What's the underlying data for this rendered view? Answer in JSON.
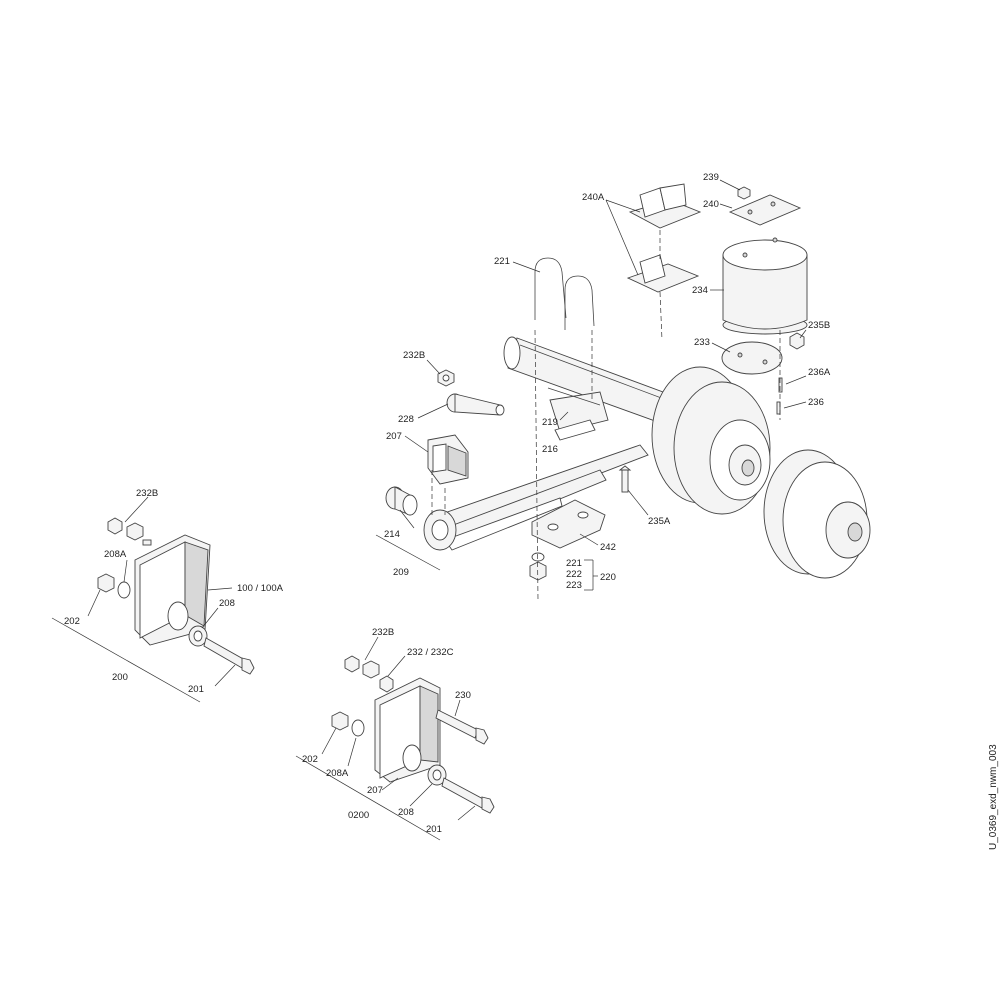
{
  "document_id": "U_0369_exd_nwm_003",
  "labels": {
    "l239": "239",
    "l240": "240",
    "l240A": "240A",
    "l234": "234",
    "l235B": "235B",
    "l233": "233",
    "l236A": "236A",
    "l236": "236",
    "l221_top": "221",
    "l232B_top": "232B",
    "l228": "228",
    "l207_top": "207",
    "l219": "219",
    "l216": "216",
    "l214": "214",
    "l209": "209",
    "l235A": "235A",
    "l242": "242",
    "l221_b": "221",
    "l222": "222",
    "l223": "223",
    "l220": "220",
    "l232B_left": "232B",
    "l208A_left": "208A",
    "l100": "100 / 100A",
    "l202_left": "202",
    "l208_left": "208",
    "l200": "200",
    "l201_left": "201",
    "l232B_bottom": "232B",
    "l232": "232 / 232C",
    "l230": "230",
    "l202_bottom": "202",
    "l208A_bottom": "208A",
    "l207_bottom": "207",
    "l0200": "0200",
    "l208_bottom": "208",
    "l201_bottom": "201"
  }
}
